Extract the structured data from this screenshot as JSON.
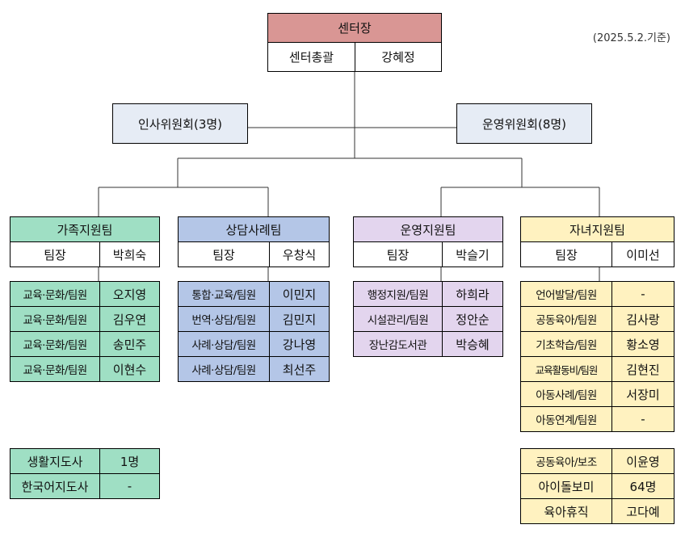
{
  "date_note": "(2025.5.2.기준)",
  "colors": {
    "director_header": "#d99694",
    "family": "#9fdfc4",
    "counsel": "#b4c6e7",
    "operation": "#e3d5ee",
    "child": "#fff2c0"
  },
  "director": {
    "title": "센터장",
    "role": "센터총괄",
    "name": "강혜정"
  },
  "committees": {
    "hr": "인사위원회(3명)",
    "ops": "운영위원회(8명)"
  },
  "teams": {
    "family": {
      "name": "가족지원팀",
      "leader_role": "팀장",
      "leader_name": "박희숙",
      "members": [
        {
          "role": "교육·문화/팀원",
          "name": "오지영"
        },
        {
          "role": "교육·문화/팀원",
          "name": "김우연"
        },
        {
          "role": "교육·문화/팀원",
          "name": "송민주"
        },
        {
          "role": "교육·문화/팀원",
          "name": "이현수"
        }
      ],
      "extra": [
        {
          "role": "생활지도사",
          "name": "1명"
        },
        {
          "role": "한국어지도사",
          "name": "-"
        }
      ]
    },
    "counsel": {
      "name": "상담사례팀",
      "leader_role": "팀장",
      "leader_name": "우창식",
      "members": [
        {
          "role": "통합·교육/팀원",
          "name": "이민지"
        },
        {
          "role": "번역·상담/팀원",
          "name": "김민지"
        },
        {
          "role": "사례·상담/팀원",
          "name": "강나영"
        },
        {
          "role": "사례·상담/팀원",
          "name": "최선주"
        }
      ]
    },
    "operation": {
      "name": "운영지원팀",
      "leader_role": "팀장",
      "leader_name": "박슬기",
      "members": [
        {
          "role": "행정지원/팀원",
          "name": "하희라"
        },
        {
          "role": "시설관리/팀원",
          "name": "정안순"
        },
        {
          "role": "장난감도서관",
          "name": "박승혜"
        }
      ]
    },
    "child": {
      "name": "자녀지원팀",
      "leader_role": "팀장",
      "leader_name": "이미선",
      "members": [
        {
          "role": "언어발달/팀원",
          "name": "-"
        },
        {
          "role": "공동육아/팀원",
          "name": "김사랑"
        },
        {
          "role": "기초학습/팀원",
          "name": "황소영"
        },
        {
          "role": "교육활동비/팀원",
          "name": "김현진"
        },
        {
          "role": "아동사례/팀원",
          "name": "서장미"
        },
        {
          "role": "아동연계/팀원",
          "name": "-"
        }
      ],
      "extra": [
        {
          "role": "공동육아/보조",
          "name": "이윤영"
        },
        {
          "role": "아이돌보미",
          "name": "64명"
        },
        {
          "role": "육아휴직",
          "name": "고다예"
        }
      ]
    }
  }
}
